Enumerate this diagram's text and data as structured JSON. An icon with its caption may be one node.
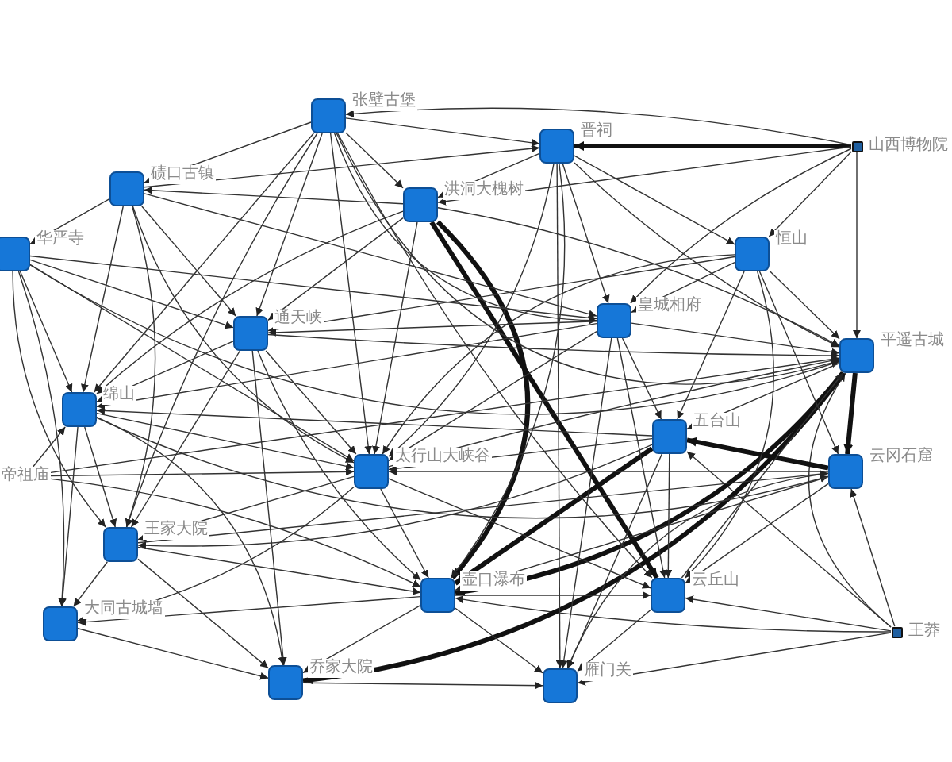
{
  "diagram": {
    "nodes": [
      {
        "text": [
          "张壁古堡"
        ]
      },
      {
        "text": [
          "晋祠"
        ]
      },
      {
        "text": [
          "山西博物院"
        ]
      },
      {
        "text": [
          "碛口古镇"
        ]
      },
      {
        "text": [
          "洪洞大槐树"
        ]
      },
      {
        "text": [
          "华严寺"
        ]
      },
      {
        "text": [
          "恒山"
        ]
      },
      {
        "text": [
          "皇城相府"
        ]
      },
      {
        "text": [
          "通天峡"
        ]
      },
      {
        "text": [
          "平遥古城"
        ]
      },
      {
        "text": [
          "绵山"
        ]
      },
      {
        "text": [
          "五台山"
        ]
      },
      {
        "text": [
          "太行山大峡谷"
        ]
      },
      {
        "text": [
          "云冈石窟"
        ]
      },
      {
        "text": [
          "帝祖庙"
        ]
      },
      {
        "text": [
          "王家大院"
        ]
      },
      {
        "text": [
          "壶口瀑布"
        ]
      },
      {
        "text": [
          "云丘山"
        ]
      },
      {
        "text": [
          "大同古城墙"
        ]
      },
      {
        "text": [
          "王莽"
        ]
      },
      {
        "text": [
          "乔家大院"
        ]
      },
      {
        "text": [
          "雁门关"
        ]
      }
    ],
    "edges": [
      {
        "from": 2,
        "to": 1,
        "arrow": "to",
        "style": "thick"
      },
      {
        "from": 2,
        "to": 9,
        "arrow": "to"
      },
      {
        "from": 2,
        "to": 6,
        "arrow": "to"
      },
      {
        "from": 2,
        "to": 7,
        "arrow": "to"
      },
      {
        "from": 2,
        "to": 4,
        "arrow": "to"
      },
      {
        "from": 2,
        "to": 0,
        "arrow": "to"
      },
      {
        "from": 19,
        "to": 17,
        "arrow": "to"
      },
      {
        "from": 19,
        "to": 13,
        "arrow": "to"
      },
      {
        "from": 19,
        "to": 9,
        "arrow": "to"
      },
      {
        "from": 19,
        "to": 11,
        "arrow": "to"
      },
      {
        "from": 19,
        "to": 21,
        "arrow": "to"
      },
      {
        "from": 19,
        "to": 16,
        "arrow": "to"
      },
      {
        "from": 4,
        "to": 16,
        "arrow": "to",
        "style": "thick"
      },
      {
        "from": 4,
        "to": 17,
        "arrow": "to",
        "style": "thick"
      },
      {
        "from": 9,
        "to": 16,
        "arrow": "to",
        "style": "thick"
      },
      {
        "from": 9,
        "to": 20,
        "arrow": "to",
        "style": "thick"
      },
      {
        "from": 11,
        "to": 16,
        "arrow": "to",
        "style": "thick"
      },
      {
        "from": 13,
        "to": 11,
        "arrow": "to",
        "style": "thick"
      },
      {
        "from": 9,
        "to": 13,
        "arrow": "to",
        "style": "thick"
      },
      {
        "from": 0,
        "to": 3,
        "arrow": "to"
      },
      {
        "from": 0,
        "to": 4,
        "arrow": "to"
      },
      {
        "from": 0,
        "to": 1,
        "arrow": "to"
      },
      {
        "from": 0,
        "to": 8,
        "arrow": "to"
      },
      {
        "from": 0,
        "to": 10,
        "arrow": "to"
      },
      {
        "from": 0,
        "to": 12,
        "arrow": "to"
      },
      {
        "from": 0,
        "to": 15,
        "arrow": "to"
      },
      {
        "from": 0,
        "to": 7,
        "arrow": "to"
      },
      {
        "from": 0,
        "to": 9,
        "arrow": "to"
      },
      {
        "from": 0,
        "to": 17,
        "arrow": "to"
      },
      {
        "from": 3,
        "to": 5,
        "arrow": "to"
      },
      {
        "from": 3,
        "to": 8,
        "arrow": "to"
      },
      {
        "from": 3,
        "to": 10,
        "arrow": "to"
      },
      {
        "from": 3,
        "to": 15,
        "arrow": "to"
      },
      {
        "from": 3,
        "to": 12,
        "arrow": "to"
      },
      {
        "from": 3,
        "to": 7,
        "arrow": "to"
      },
      {
        "from": 3,
        "to": 1,
        "arrow": "to"
      },
      {
        "from": 1,
        "to": 4,
        "arrow": "to"
      },
      {
        "from": 1,
        "to": 7,
        "arrow": "to"
      },
      {
        "from": 1,
        "to": 6,
        "arrow": "to"
      },
      {
        "from": 1,
        "to": 9,
        "arrow": "to"
      },
      {
        "from": 1,
        "to": 12,
        "arrow": "to"
      },
      {
        "from": 1,
        "to": 16,
        "arrow": "to"
      },
      {
        "from": 1,
        "to": 21,
        "arrow": "to"
      },
      {
        "from": 5,
        "to": 8,
        "arrow": "to"
      },
      {
        "from": 5,
        "to": 10,
        "arrow": "to"
      },
      {
        "from": 5,
        "to": 15,
        "arrow": "to"
      },
      {
        "from": 5,
        "to": 18,
        "arrow": "to"
      },
      {
        "from": 5,
        "to": 12,
        "arrow": "to"
      },
      {
        "from": 5,
        "to": 9,
        "arrow": "to"
      },
      {
        "from": 5,
        "to": 7,
        "arrow": "to"
      },
      {
        "from": 6,
        "to": 7,
        "arrow": "to"
      },
      {
        "from": 6,
        "to": 9,
        "arrow": "to"
      },
      {
        "from": 6,
        "to": 13,
        "arrow": "to"
      },
      {
        "from": 6,
        "to": 11,
        "arrow": "to"
      },
      {
        "from": 6,
        "to": 17,
        "arrow": "to"
      },
      {
        "from": 6,
        "to": 12,
        "arrow": "to"
      },
      {
        "from": 6,
        "to": 8,
        "arrow": "to"
      },
      {
        "from": 7,
        "to": 9,
        "arrow": "to"
      },
      {
        "from": 7,
        "to": 11,
        "arrow": "to"
      },
      {
        "from": 7,
        "to": 8,
        "arrow": "to"
      },
      {
        "from": 7,
        "to": 12,
        "arrow": "to"
      },
      {
        "from": 7,
        "to": 17,
        "arrow": "to"
      },
      {
        "from": 7,
        "to": 21,
        "arrow": "to"
      },
      {
        "from": 7,
        "to": 10,
        "arrow": "to"
      },
      {
        "from": 8,
        "to": 10,
        "arrow": "to"
      },
      {
        "from": 8,
        "to": 12,
        "arrow": "to"
      },
      {
        "from": 8,
        "to": 15,
        "arrow": "to"
      },
      {
        "from": 8,
        "to": 16,
        "arrow": "to"
      },
      {
        "from": 8,
        "to": 20,
        "arrow": "to"
      },
      {
        "from": 8,
        "to": 9,
        "arrow": "to"
      },
      {
        "from": 10,
        "to": 15,
        "arrow": "to"
      },
      {
        "from": 10,
        "to": 18,
        "arrow": "to"
      },
      {
        "from": 10,
        "to": 12,
        "arrow": "to"
      },
      {
        "from": 10,
        "to": 20,
        "arrow": "to"
      },
      {
        "from": 10,
        "to": 13,
        "arrow": "to"
      },
      {
        "from": 12,
        "to": 15,
        "arrow": "to"
      },
      {
        "from": 12,
        "to": 16,
        "arrow": "to"
      },
      {
        "from": 12,
        "to": 17,
        "arrow": "to"
      },
      {
        "from": 12,
        "to": 18,
        "arrow": "to"
      },
      {
        "from": 12,
        "to": 9,
        "arrow": "to"
      },
      {
        "from": 13,
        "to": 17,
        "arrow": "to"
      },
      {
        "from": 13,
        "to": 16,
        "arrow": "to"
      },
      {
        "from": 13,
        "to": 21,
        "arrow": "to"
      },
      {
        "from": 13,
        "to": 12,
        "arrow": "to"
      },
      {
        "from": 14,
        "to": 10,
        "arrow": "to"
      },
      {
        "from": 14,
        "to": 12,
        "arrow": "to"
      },
      {
        "from": 14,
        "to": 16,
        "arrow": "to"
      },
      {
        "from": 14,
        "to": 9,
        "arrow": "to"
      },
      {
        "from": 15,
        "to": 18,
        "arrow": "to"
      },
      {
        "from": 15,
        "to": 16,
        "arrow": "to"
      },
      {
        "from": 15,
        "to": 20,
        "arrow": "to"
      },
      {
        "from": 15,
        "to": 13,
        "arrow": "to"
      },
      {
        "from": 16,
        "to": 17,
        "arrow": "to"
      },
      {
        "from": 16,
        "to": 21,
        "arrow": "to"
      },
      {
        "from": 16,
        "to": 20,
        "arrow": "to"
      },
      {
        "from": 16,
        "to": 18,
        "arrow": "to"
      },
      {
        "from": 17,
        "to": 21,
        "arrow": "to"
      },
      {
        "from": 17,
        "to": 9,
        "arrow": "to"
      },
      {
        "from": 18,
        "to": 20,
        "arrow": "to"
      },
      {
        "from": 20,
        "to": 21,
        "arrow": "to"
      },
      {
        "from": 11,
        "to": 17,
        "arrow": "to"
      },
      {
        "from": 11,
        "to": 21,
        "arrow": "to"
      },
      {
        "from": 11,
        "to": 12,
        "arrow": "to"
      },
      {
        "from": 11,
        "to": 15,
        "arrow": "to"
      },
      {
        "from": 11,
        "to": 10,
        "arrow": "to"
      },
      {
        "from": 4,
        "to": 8,
        "arrow": "to"
      },
      {
        "from": 4,
        "to": 10,
        "arrow": "to"
      },
      {
        "from": 4,
        "to": 9,
        "arrow": "to"
      },
      {
        "from": 4,
        "to": 12,
        "arrow": "to"
      },
      {
        "from": 4,
        "to": 3,
        "arrow": "to"
      },
      {
        "from": 9,
        "to": 11,
        "arrow": "to"
      }
    ]
  }
}
